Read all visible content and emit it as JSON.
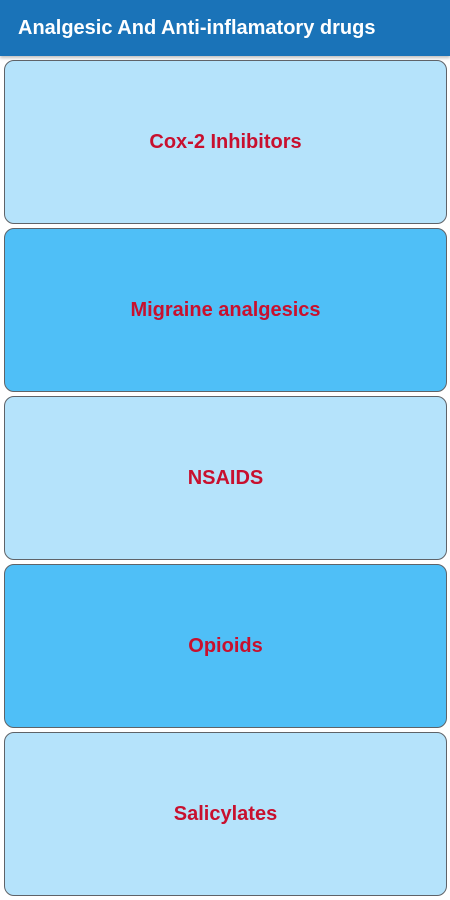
{
  "header": {
    "title": "Analgesic And Anti-inflamatory drugs"
  },
  "colors": {
    "app_bar": "#1a73b8",
    "card_light": "#b5e3fb",
    "card_dark": "#4fbff7",
    "label_red": "#c8102e"
  },
  "categories": [
    {
      "label": "Cox-2 Inhibitors"
    },
    {
      "label": "Migraine analgesics"
    },
    {
      "label": "NSAIDS"
    },
    {
      "label": "Opioids"
    },
    {
      "label": "Salicylates"
    }
  ]
}
